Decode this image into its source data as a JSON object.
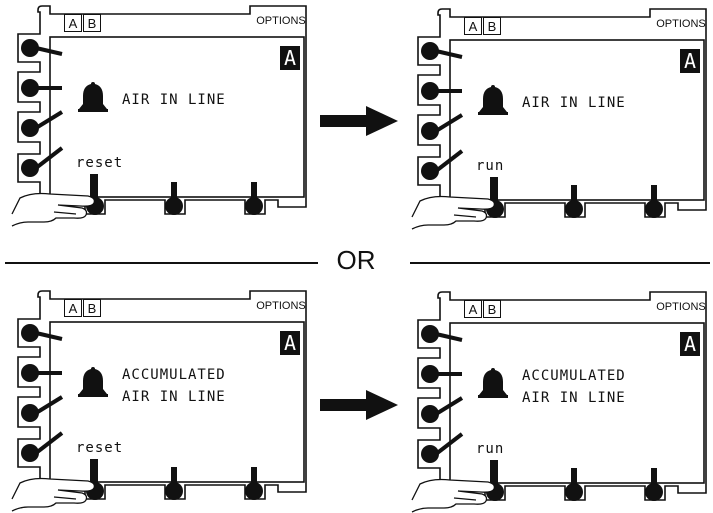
{
  "panels": [
    {
      "tab_a": "A",
      "tab_b": "B",
      "options": "OPTIONS",
      "indicator": "A",
      "line1": "AIR IN LINE",
      "line2": "",
      "softkey": "reset"
    },
    {
      "tab_a": "A",
      "tab_b": "B",
      "options": "OPTIONS",
      "indicator": "A",
      "line1": "AIR IN LINE",
      "line2": "",
      "softkey": "run"
    },
    {
      "tab_a": "A",
      "tab_b": "B",
      "options": "OPTIONS",
      "indicator": "A",
      "line1": "ACCUMULATED",
      "line2": "AIR IN LINE",
      "softkey": "reset"
    },
    {
      "tab_a": "A",
      "tab_b": "B",
      "options": "OPTIONS",
      "indicator": "A",
      "line1": "ACCUMULATED",
      "line2": "AIR IN LINE",
      "softkey": "run"
    }
  ],
  "separator_label": "OR",
  "icons": {
    "alarm": "bell-icon",
    "hand": "pressing-hand-icon",
    "transition": "arrow-right-icon"
  }
}
